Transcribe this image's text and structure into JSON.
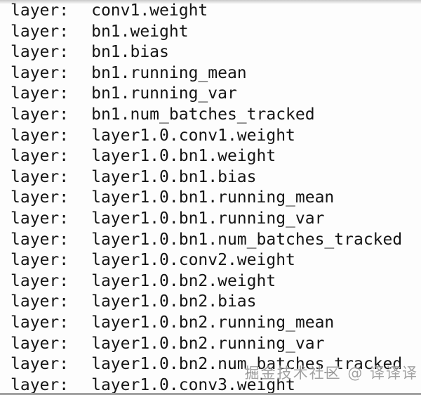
{
  "console": {
    "prefix_label": "layer:",
    "layer_names": [
      "conv1.weight",
      "bn1.weight",
      "bn1.bias",
      "bn1.running_mean",
      "bn1.running_var",
      "bn1.num_batches_tracked",
      "layer1.0.conv1.weight",
      "layer1.0.bn1.weight",
      "layer1.0.bn1.bias",
      "layer1.0.bn1.running_mean",
      "layer1.0.bn1.running_var",
      "layer1.0.bn1.num_batches_tracked",
      "layer1.0.conv2.weight",
      "layer1.0.bn2.weight",
      "layer1.0.bn2.bias",
      "layer1.0.bn2.running_mean",
      "layer1.0.bn2.running_var",
      "layer1.0.bn2.num_batches_tracked",
      "layer1.0.conv3.weight"
    ]
  },
  "watermark": {
    "text": "掘金技术社区 @ 译译译"
  },
  "colors": {
    "text": "#151515",
    "background": "#fdfdfd",
    "watermark": "#8c8c8c",
    "bottom_bar": "#a0a0a0"
  }
}
